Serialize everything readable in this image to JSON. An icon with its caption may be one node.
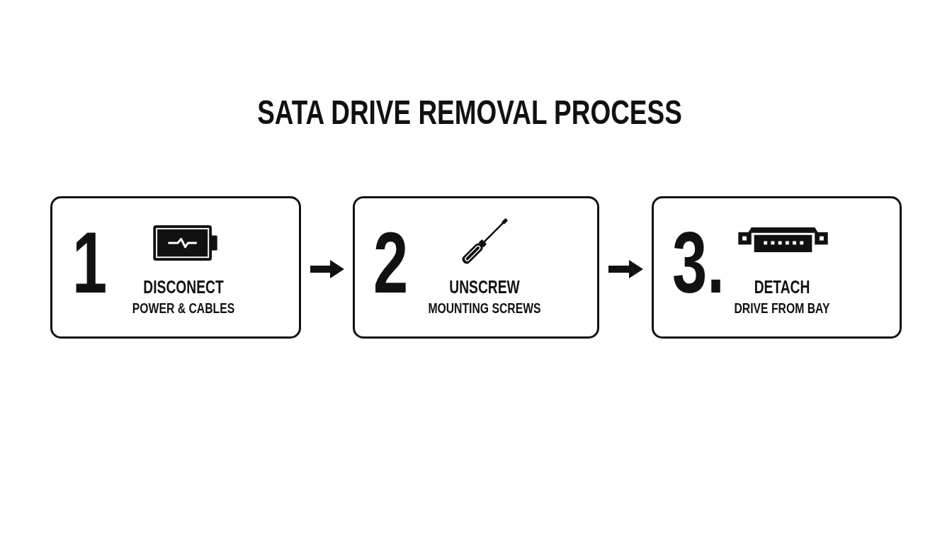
{
  "diagram": {
    "title": "SATA DRIVE REMOVAL PROCESS",
    "nodes": [
      {
        "text": [
          "1",
          "DISCONECT",
          "POWER & CABLES"
        ]
      },
      {
        "text": [
          "2",
          "UNSCREW",
          "MOUNTING SCREWS"
        ]
      },
      {
        "text": [
          "3.",
          "DETACH",
          "DRIVE FROM BAY"
        ]
      }
    ],
    "edges": [
      {
        "from": 0,
        "to": 1,
        "arrow": "to"
      },
      {
        "from": 1,
        "to": 2,
        "arrow": "to"
      }
    ]
  }
}
